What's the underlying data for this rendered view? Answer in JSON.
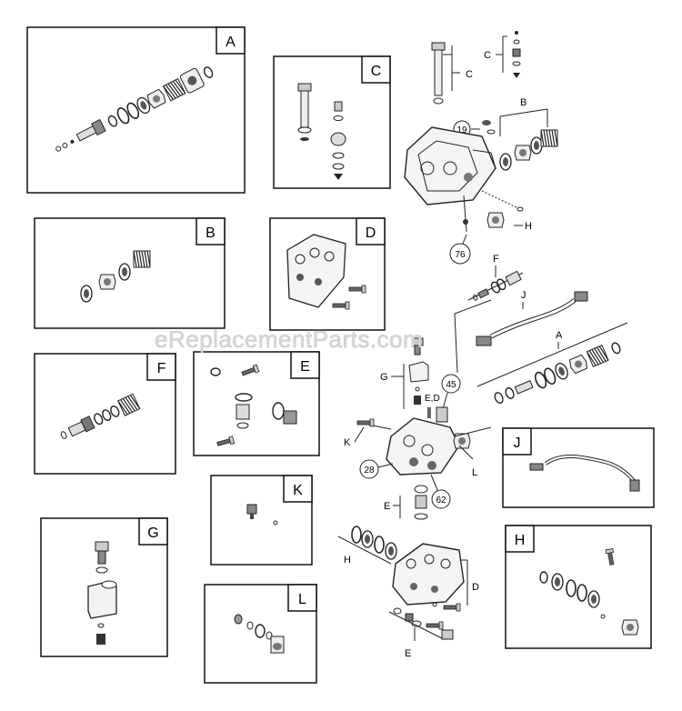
{
  "watermark": "eReplacementParts.com",
  "colors": {
    "line": "#222222",
    "box_border": "#111111",
    "fill_dark": "#333333",
    "fill_light": "#f2f2f2"
  },
  "detail_boxes": [
    {
      "id": "A",
      "label": "A"
    },
    {
      "id": "C",
      "label": "C"
    },
    {
      "id": "B",
      "label": "B"
    },
    {
      "id": "D",
      "label": "D"
    },
    {
      "id": "F",
      "label": "F"
    },
    {
      "id": "E",
      "label": "E"
    },
    {
      "id": "J",
      "label": "J"
    },
    {
      "id": "K",
      "label": "K"
    },
    {
      "id": "G",
      "label": "G"
    },
    {
      "id": "H",
      "label": "H"
    },
    {
      "id": "L",
      "label": "L"
    }
  ],
  "callouts": {
    "c_top": "C",
    "c_right": "C",
    "b_top": "B",
    "h_top": "H",
    "circle_19": "19",
    "circle_76": "76",
    "f_mid": "F",
    "j_mid": "J",
    "g_mid": "G",
    "a_mid": "A",
    "ed_mid": "E,D",
    "circle_45": "45",
    "k_mid": "K",
    "l_mid": "L",
    "circle_28": "28",
    "e_low": "E",
    "circle_62": "62",
    "h_low": "H",
    "d_low": "D",
    "e_bottom": "E"
  }
}
